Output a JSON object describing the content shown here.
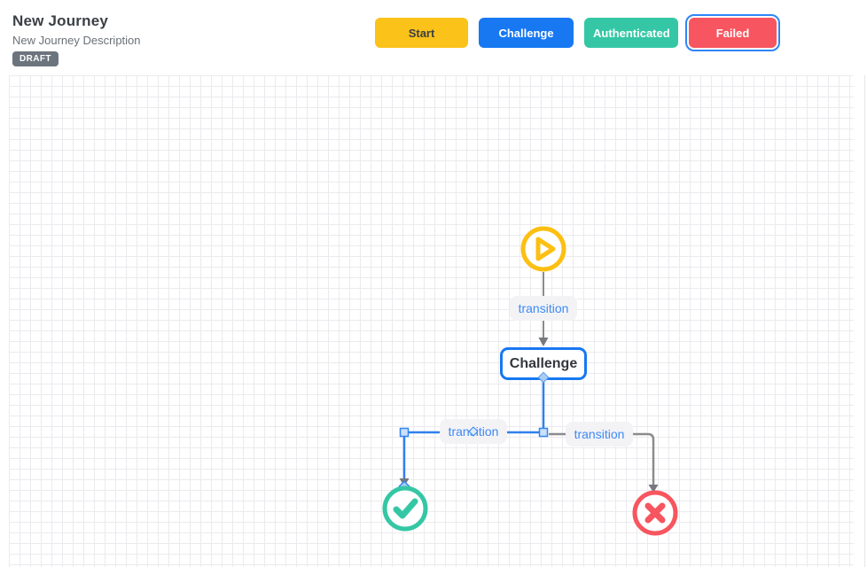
{
  "header": {
    "title": "New Journey",
    "description": "New Journey Description",
    "status_badge": "DRAFT"
  },
  "toolbar": {
    "buttons": [
      {
        "label": "Start",
        "color": "#FBC21A",
        "text_color": "#3A3F44",
        "selected": false
      },
      {
        "label": "Challenge",
        "color": "#1778F2",
        "text_color": "#FFFFFF",
        "selected": false
      },
      {
        "label": "Authenticated",
        "color": "#35C7A5",
        "text_color": "#FFFFFF",
        "selected": false
      },
      {
        "label": "Failed",
        "color": "#F7555F",
        "text_color": "#FFFFFF",
        "selected": true,
        "selection_outline_color": "#2E86F7"
      }
    ]
  },
  "canvas": {
    "nodes": [
      {
        "id": "start",
        "icon": "play-icon",
        "color": "#FCBF12"
      },
      {
        "id": "challenge",
        "label": "Challenge",
        "border_color": "#1778F2"
      },
      {
        "id": "authenticated",
        "icon": "check-icon",
        "color": "#35C7A5"
      },
      {
        "id": "failed",
        "icon": "x-icon",
        "color": "#F7555F"
      }
    ],
    "edges": [
      {
        "label": "transition",
        "from": "start",
        "to": "challenge",
        "selected": false
      },
      {
        "label": "transition",
        "from": "challenge",
        "to": "authenticated",
        "selected": true
      },
      {
        "label": "transition",
        "from": "challenge",
        "to": "failed",
        "selected": false
      }
    ],
    "colors": {
      "edge": "#8C8C8C",
      "selected_edge": "#2F80ED",
      "arrowhead": "#75787C",
      "label_text": "#3D8AF7",
      "label_bg": "#F3F3F6",
      "grid_line": "#EBEBEF",
      "handle_fill": "#CBE0F9",
      "handle_border": "#3585EF"
    }
  }
}
